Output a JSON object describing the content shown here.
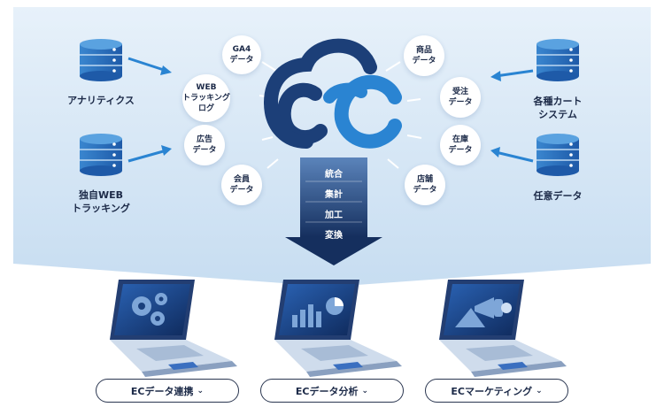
{
  "sources_left": [
    {
      "label": "アナリティクス"
    },
    {
      "label": "独自WEB\nトラッキング"
    }
  ],
  "sources_right": [
    {
      "label": "各種カート\nシステム"
    },
    {
      "label": "任意データ"
    }
  ],
  "bubbles_left": [
    {
      "text": "GA4\nデータ"
    },
    {
      "text": "WEB\nトラッキング\nログ"
    },
    {
      "text": "広告\nデータ"
    },
    {
      "text": "会員\nデータ"
    }
  ],
  "bubbles_right": [
    {
      "text": "商品\nデータ"
    },
    {
      "text": "受注\nデータ"
    },
    {
      "text": "在庫\nデータ"
    },
    {
      "text": "店舗\nデータ"
    }
  ],
  "process_steps": [
    "統合",
    "集計",
    "加工",
    "変換"
  ],
  "outputs": [
    {
      "label": "ECデータ連携",
      "chevron": "⌄",
      "icon": "gears-icon"
    },
    {
      "label": "ECデータ分析",
      "chevron": "⌄",
      "icon": "charts-icon"
    },
    {
      "label": "ECマーケティング",
      "chevron": "⌄",
      "icon": "megaphone-icon"
    }
  ],
  "colors": {
    "dark_navy": "#1c3f78",
    "accent_blue": "#2a84d2",
    "bg_light": "#d7e8f6"
  }
}
